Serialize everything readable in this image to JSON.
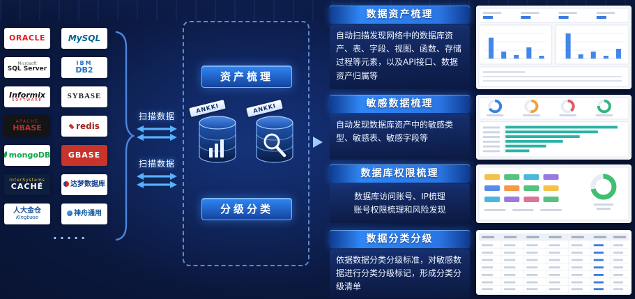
{
  "colors": {
    "accent": "#2f86f4",
    "background": "#0a1638",
    "arrow": "#56b2ff"
  },
  "left_panel": {
    "logos": [
      {
        "id": "oracle",
        "label": "ORACLE"
      },
      {
        "id": "mysql",
        "label": "MySQL"
      },
      {
        "id": "sqlserver",
        "sub": "Microsoft",
        "label": "SQL Server"
      },
      {
        "id": "ibmdb2",
        "sub": "IBM",
        "label": "DB2"
      },
      {
        "id": "informix",
        "label": "Informix",
        "sub": "SOFTWARE"
      },
      {
        "id": "sybase",
        "label": "SYBASE"
      },
      {
        "id": "hbase",
        "sub": "APACHE",
        "label": "HBASE"
      },
      {
        "id": "redis",
        "label": "redis"
      },
      {
        "id": "mongodb",
        "label": "mongoDB"
      },
      {
        "id": "gbase",
        "label": "GBASE"
      },
      {
        "id": "cache",
        "sub": "InterSystems",
        "label": "CACHÉ"
      },
      {
        "id": "dameng",
        "label": "达梦数据库"
      },
      {
        "id": "kingbase",
        "label": "人大金仓",
        "sub": "Kingbase"
      },
      {
        "id": "shentong",
        "label": "神舟通用"
      }
    ],
    "more_dots": "·····"
  },
  "scan_arrows": {
    "top_label": "扫描数据",
    "bottom_label": "扫描数据"
  },
  "center": {
    "top_button": "资产梳理",
    "bottom_button": "分级分类",
    "db_left_tag": "ANKKI",
    "db_right_tag": "ANKKI"
  },
  "sections": [
    {
      "title": "数据资产梳理",
      "body": "自动扫描发现网络中的数据库资产、表、字段、视图、函数、存储过程等元素，以及API接口、数据资产归属等"
    },
    {
      "title": "敏感数据梳理",
      "body": "自动发现数据库资产中的敏感类型、敏感表、敏感字段等"
    },
    {
      "title": "数据库权限梳理",
      "body": "数据库访问账号、IP梳理\n账号权限梳理和风险发现"
    },
    {
      "title": "数据分类分级",
      "body": "依据数据分类分级标准，对敏感数据进行分类分级标记，形成分类分级清单"
    }
  ]
}
